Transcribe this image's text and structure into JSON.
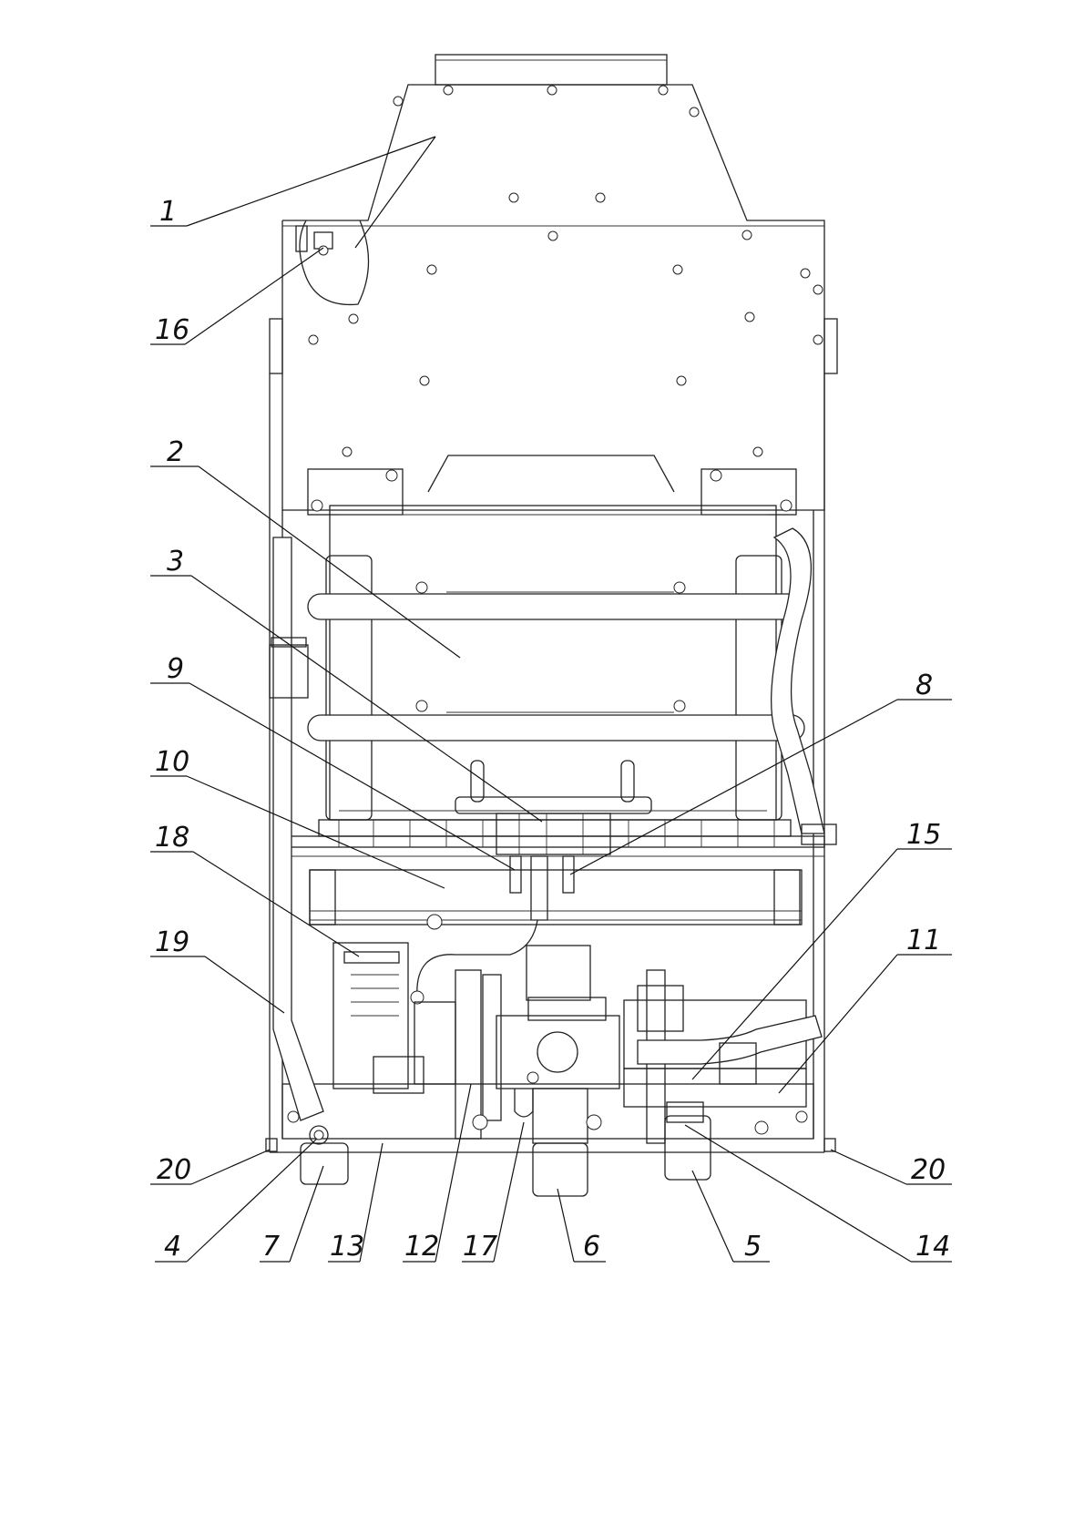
{
  "diagram": {
    "callouts": [
      {
        "id": "c1",
        "label": "1"
      },
      {
        "id": "c16",
        "label": "16"
      },
      {
        "id": "c2",
        "label": "2"
      },
      {
        "id": "c3",
        "label": "3"
      },
      {
        "id": "c9",
        "label": "9"
      },
      {
        "id": "c8",
        "label": "8"
      },
      {
        "id": "c10",
        "label": "10"
      },
      {
        "id": "c18",
        "label": "18"
      },
      {
        "id": "c15",
        "label": "15"
      },
      {
        "id": "c19",
        "label": "19"
      },
      {
        "id": "c11",
        "label": "11"
      },
      {
        "id": "c20l",
        "label": "20"
      },
      {
        "id": "c20r",
        "label": "20"
      },
      {
        "id": "c4",
        "label": "4"
      },
      {
        "id": "c7",
        "label": "7"
      },
      {
        "id": "c13",
        "label": "13"
      },
      {
        "id": "c12",
        "label": "12"
      },
      {
        "id": "c17",
        "label": "17"
      },
      {
        "id": "c6",
        "label": "6"
      },
      {
        "id": "c5",
        "label": "5"
      },
      {
        "id": "c14",
        "label": "14"
      }
    ]
  }
}
